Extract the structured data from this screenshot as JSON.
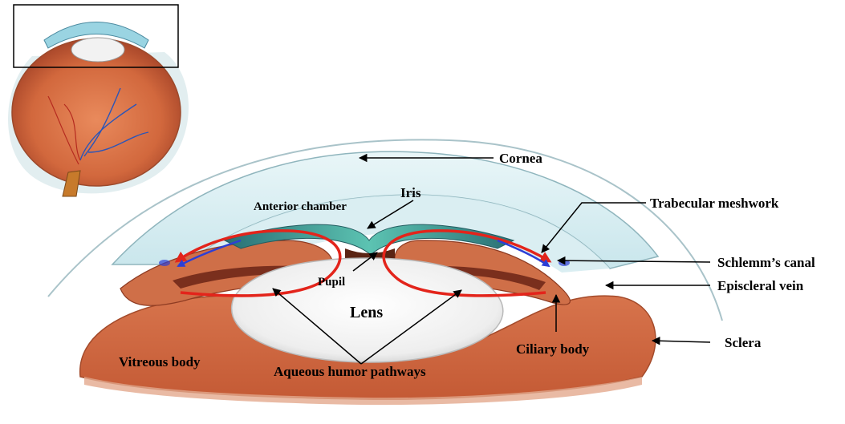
{
  "labels": {
    "cornea": "Cornea",
    "iris": "Iris",
    "anterior_chamber": "Anterior chamber",
    "trabecular_meshwork": "Trabecular meshwork",
    "schlemms_canal": "Schlemm’s canal",
    "episcleral_vein": "Episcleral vein",
    "pupil": "Pupil",
    "lens": "Lens",
    "sclera": "Sclera",
    "ciliary_body": "Ciliary body",
    "vitreous_body": "Vitreous body",
    "aqueous_pathways": "Aqueous humor pathways"
  },
  "colors": {
    "tissue": "#d9734e",
    "tissue_dark": "#b8512f",
    "iris_teal": "#3aa59a",
    "cornea": "#dff1f4",
    "flow_red": "#e3241b",
    "flow_blue": "#2c3fd6",
    "lens": "#f4f4f4"
  }
}
